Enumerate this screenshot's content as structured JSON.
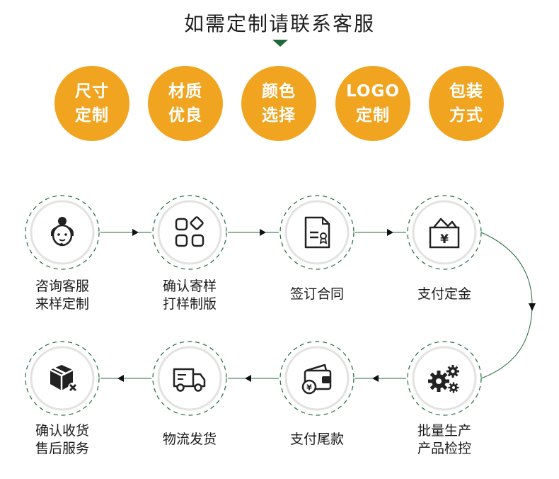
{
  "title": "如需定制请联系客服",
  "features": [
    {
      "line1": "尺寸",
      "line2": "定制"
    },
    {
      "line1": "材质",
      "line2": "优良"
    },
    {
      "line1": "颜色",
      "line2": "选择"
    },
    {
      "line1": "LOGO",
      "line2": "定制"
    },
    {
      "line1": "包装",
      "line2": "方式"
    }
  ],
  "steps": [
    {
      "line1": "咨询客服",
      "line2": "来样定制",
      "icon": "customer-service-icon"
    },
    {
      "line1": "确认寄样",
      "line2": "打样制版",
      "icon": "grid-apps-icon"
    },
    {
      "line1": "签订合同",
      "line2": "",
      "icon": "contract-icon"
    },
    {
      "line1": "支付定金",
      "line2": "",
      "icon": "deposit-icon"
    },
    {
      "line1": "批量生产",
      "line2": "产品检控",
      "icon": "gears-icon"
    },
    {
      "line1": "支付尾款",
      "line2": "",
      "icon": "wallet-icon"
    },
    {
      "line1": "物流发货",
      "line2": "",
      "icon": "truck-icon"
    },
    {
      "line1": "确认收货",
      "line2": "售后服务",
      "icon": "box-check-icon"
    }
  ],
  "colors": {
    "accent": "#f0a41f",
    "green": "#1e6a3a"
  }
}
